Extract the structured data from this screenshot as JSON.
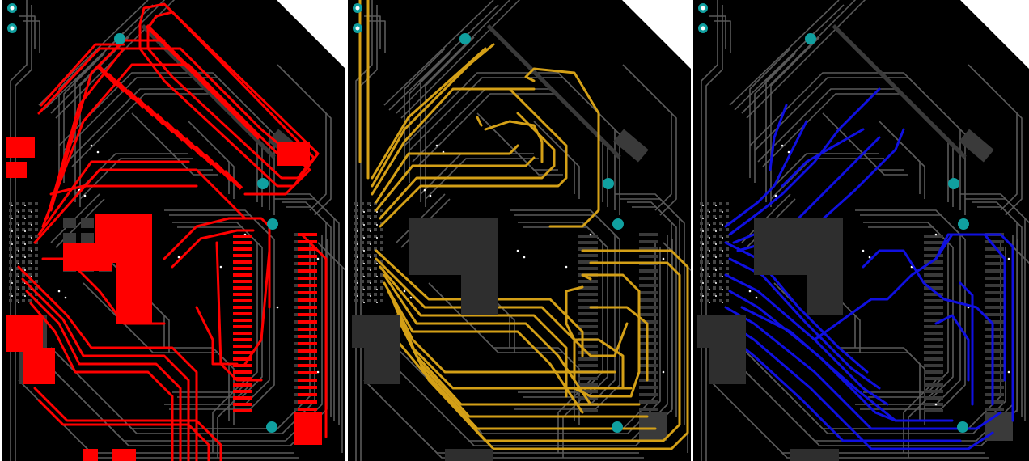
{
  "views": [
    {
      "id": "layer-top",
      "layer_color": "#ff0000"
    },
    {
      "id": "layer-mid",
      "layer_color": "#d4a017"
    },
    {
      "id": "layer-bottom",
      "layer_color": "#1010e0"
    }
  ],
  "colors": {
    "board": "#000000",
    "inactive_trace": "#5a5a5a",
    "inactive_pad": "#3a3a3a",
    "mounting_hole": "#10a0a0",
    "pad_highlight": "#ffffff",
    "cutout": "#ffffff"
  },
  "icons": {
    "mounting_hole": "circle-hole-icon",
    "pad": "smd-pad-icon",
    "via": "via-dot-icon"
  }
}
